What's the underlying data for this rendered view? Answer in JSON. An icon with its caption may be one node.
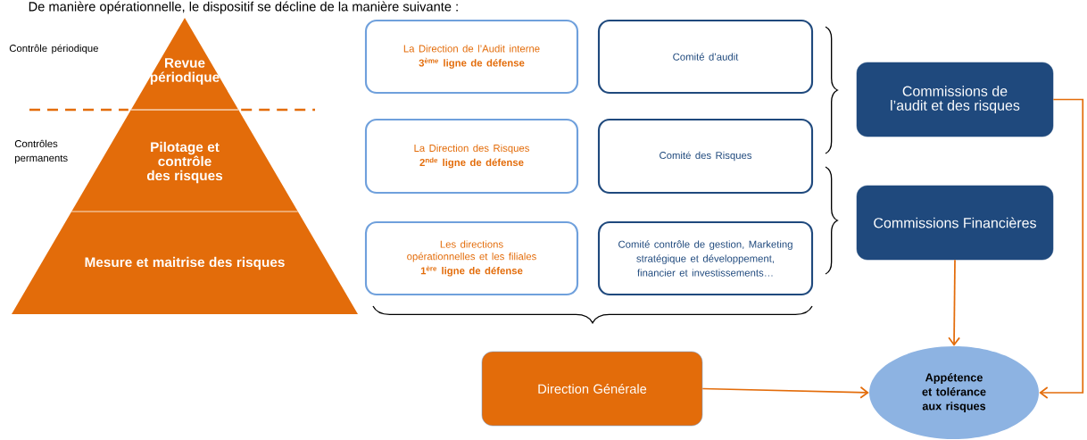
{
  "diagram": {
    "title": "De manière opérationnelle, le dispositif se décline de la manière suivante :",
    "nodes": [
      {
        "text": [
          "Revue périodique"
        ]
      },
      {
        "text": [
          "Pilotage et contrôle des risques"
        ]
      },
      {
        "text": [
          "Mesure et maitrise des risques"
        ]
      },
      {
        "text": [
          "La Direction de l’Audit interne",
          "3$^{ème}$ ligne de défense"
        ]
      },
      {
        "text": [
          "Comité d’audit"
        ]
      },
      {
        "text": [
          "La Direction des Risques",
          "2$^{nde}$ ligne de défense"
        ]
      },
      {
        "text": [
          "Comité des Risques"
        ]
      },
      {
        "text": [
          "Les directions opérationnelles et les filiales",
          "1$^{ère}$ ligne de défense"
        ]
      },
      {
        "text": [
          "Comité contrôle de gestion, Marketing stratégique et développement, financier et investissements…"
        ]
      },
      {
        "text": [
          "Commissions de l’audit et des risques"
        ]
      },
      {
        "text": [
          "Commissions Financières"
        ]
      },
      {
        "text": [
          "Direction Générale"
        ]
      },
      {
        "text": [
          "Appétence et tolérance aux risques"
        ]
      }
    ],
    "edges": [
      {
        "from": 9,
        "to": 12,
        "arrow": "to"
      },
      {
        "from": 10,
        "to": 12,
        "arrow": "to"
      },
      {
        "from": 11,
        "to": 12,
        "arrow": "to"
      }
    ],
    "labels": [
      "Contrôle périodique",
      "Contrôles permanents"
    ]
  }
}
